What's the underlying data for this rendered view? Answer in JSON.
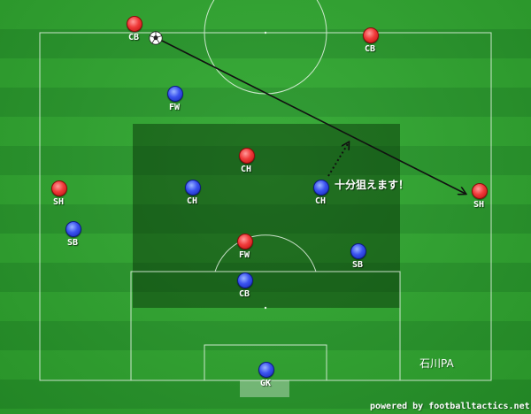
{
  "colors": {
    "pitch": "#2fa82f",
    "red_team": "#f03a3a",
    "blue_team": "#3a52f0",
    "lines": "#ffffff"
  },
  "red_players": [
    {
      "label": "CB"
    },
    {
      "label": "CB"
    },
    {
      "label": "SH"
    },
    {
      "label": "CH"
    },
    {
      "label": "SH"
    },
    {
      "label": "FW"
    }
  ],
  "blue_players": [
    {
      "label": "FW"
    },
    {
      "label": "CH"
    },
    {
      "label": "CH"
    },
    {
      "label": "SB"
    },
    {
      "label": "SB"
    },
    {
      "label": "CB"
    },
    {
      "label": "GK"
    }
  ],
  "ball_icon": "soccer-ball-icon",
  "annotation": "十分狙えます！",
  "team_name": "石川PA",
  "credit": "powered by footballtactics.net"
}
